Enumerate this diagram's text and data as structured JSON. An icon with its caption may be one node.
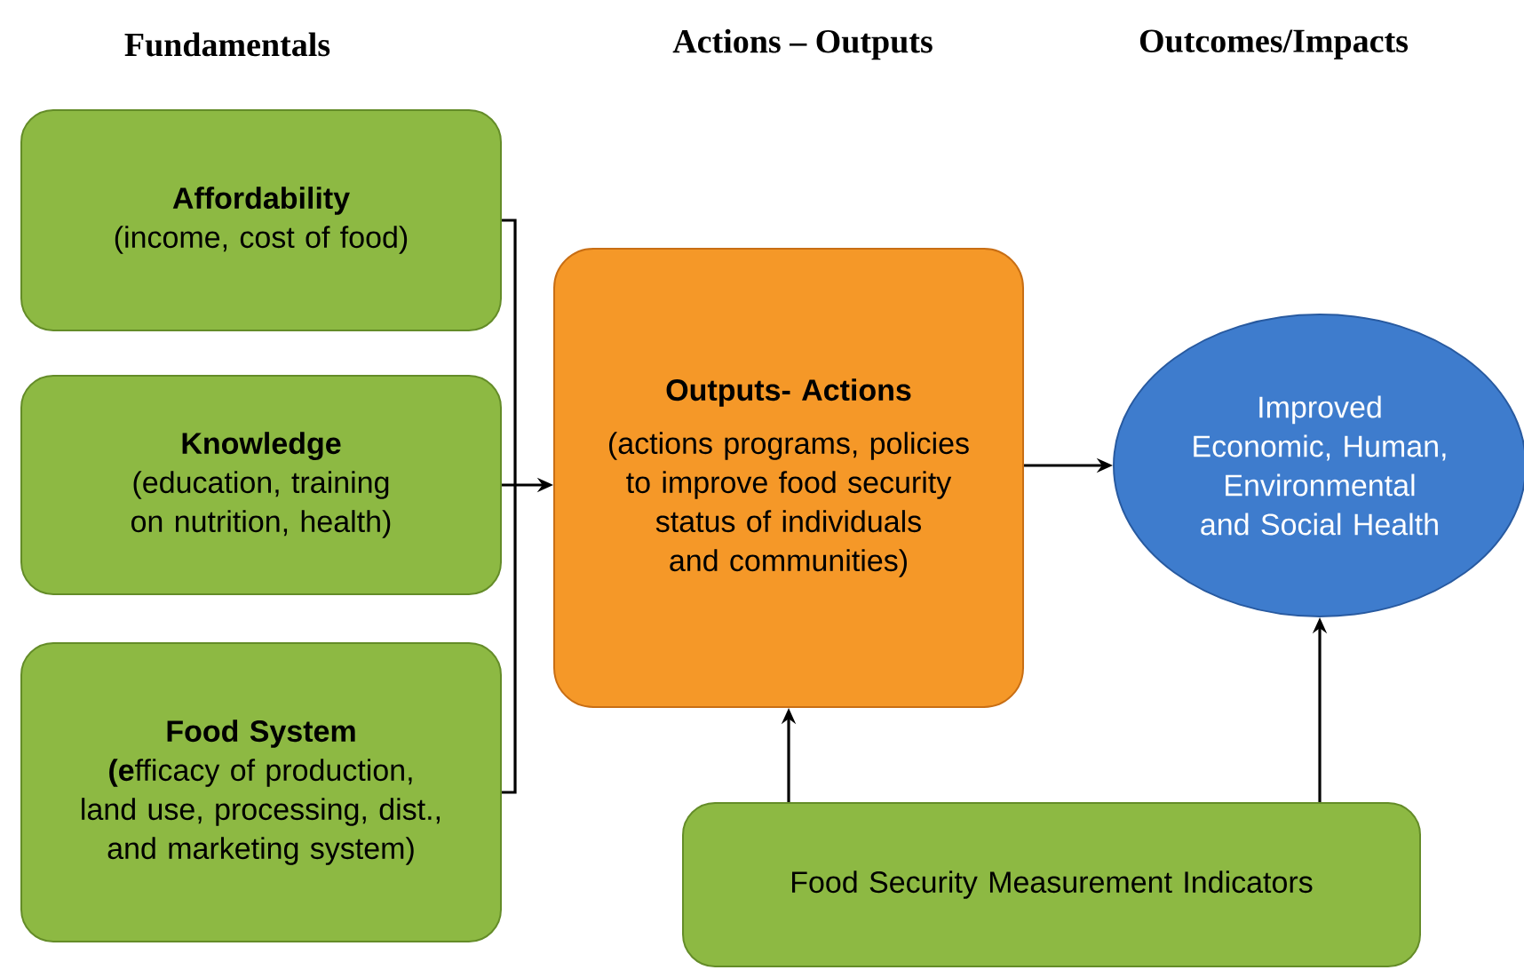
{
  "diagram": {
    "nodes": [
      {
        "text": [
          "Affordability",
          "(income, cost of food)"
        ]
      },
      {
        "text": [
          "Knowledge",
          "(education, training on nutrition, health)"
        ]
      },
      {
        "text": [
          "Food System",
          "**(e**fficacy of production, land use, processing, dist., and marketing system)"
        ]
      },
      {
        "text": [
          "Outputs- Actions",
          "(actions programs, policies to improve food security status of individuals and communities)"
        ]
      },
      {
        "text": [
          "Improved Economic, Human, Environmental and Social Health"
        ]
      },
      {
        "text": [
          "Food Security Measurement Indicators"
        ]
      }
    ],
    "edges": [
      {
        "from": 0,
        "to": 3,
        "arrow": "to"
      },
      {
        "from": 1,
        "to": 3,
        "arrow": "to"
      },
      {
        "from": 2,
        "to": 3,
        "arrow": "to"
      },
      {
        "from": 3,
        "to": 4,
        "arrow": "to"
      },
      {
        "from": 5,
        "to": 3,
        "arrow": "to"
      },
      {
        "from": 5,
        "to": 4,
        "arrow": "to"
      }
    ],
    "labels": [
      "Fundamentals",
      "Actions – Outputs",
      "Outcomes/Impacts"
    ]
  }
}
